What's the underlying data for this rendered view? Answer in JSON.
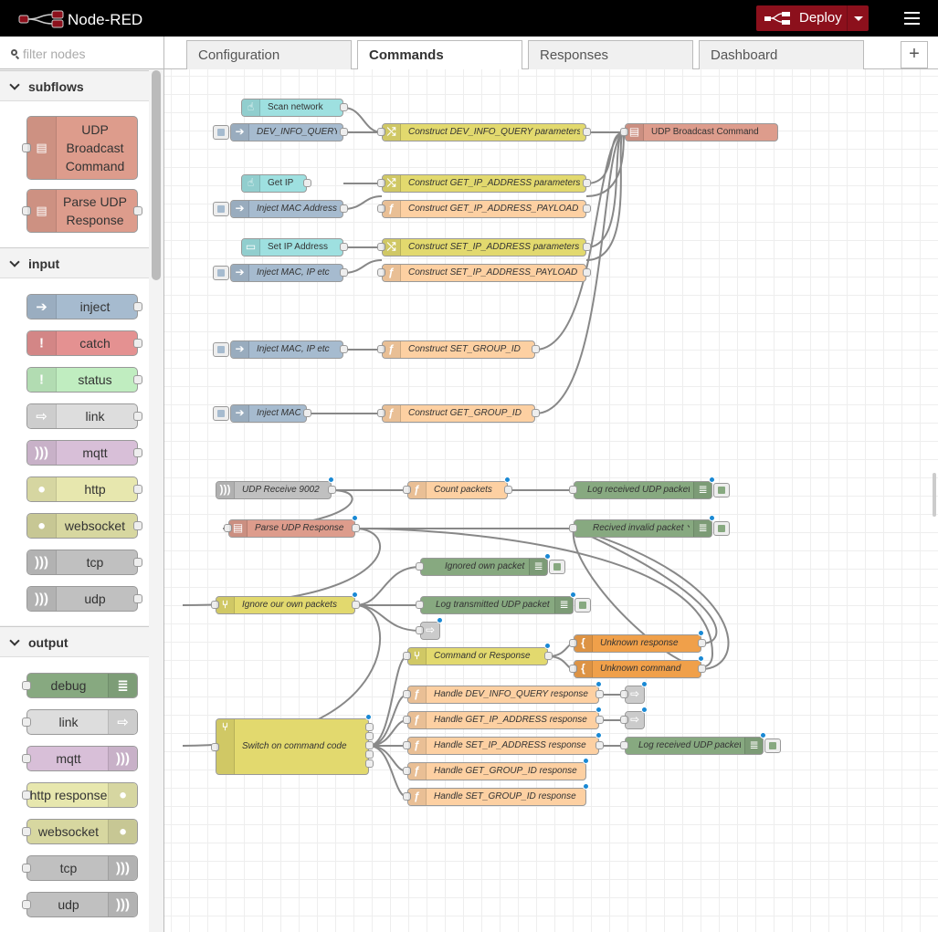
{
  "app": {
    "title": "Node-RED",
    "deploy_label": "Deploy"
  },
  "palette": {
    "filter_placeholder": "filter nodes",
    "categories": [
      {
        "name": "subflows",
        "nodes": [
          "UDP Broadcast Command",
          "Parse UDP Response"
        ]
      },
      {
        "name": "input",
        "nodes": [
          "inject",
          "catch",
          "status",
          "link",
          "mqtt",
          "http",
          "websocket",
          "tcp",
          "udp"
        ]
      },
      {
        "name": "output",
        "nodes": [
          "debug",
          "link",
          "mqtt",
          "http response",
          "websocket",
          "tcp",
          "udp"
        ]
      }
    ],
    "subflow_labels": {
      "udp_broadcast": "UDP\nBroadcast\nCommand",
      "parse_udp": "Parse UDP\nResponse"
    }
  },
  "tabs": [
    "Configuration",
    "Commands",
    "Responses",
    "Dashboard"
  ],
  "active_tab": "Commands",
  "colors": {
    "header": "#000000",
    "deploy": "#8c101c",
    "inject": "#a6bbcf",
    "function": "#fdd0a2",
    "change": "#e2d96e",
    "switch": "#e2d96e",
    "debug": "#87a980",
    "subflow": "#dd9c8c",
    "catch": "#e49191",
    "status": "#c0edc0",
    "mqtt": "#d8bfd8",
    "link": "#dddddd",
    "template": "#f0a04a",
    "http": "#e7e7ae",
    "tcp": "#c0c0c0",
    "ui": "#9ee0e0",
    "port_dot": "#1a89d4"
  },
  "flow": {
    "nodes": {
      "scan_network": "Scan network",
      "dev_info_query": "DEV_INFO_QUERY ⬆",
      "construct_dev_info": "Construct DEV_INFO_QUERY parameters",
      "udp_broadcast": "UDP Broadcast Command",
      "get_ip": "Get IP",
      "construct_get_ip_params": "Construct GET_IP_ADDRESS parameters",
      "inject_mac_address": "Inject MAC Address",
      "construct_get_ip_payload": "Construct GET_IP_ADDRESS_PAYLOAD",
      "set_ip_address": "Set IP Address",
      "construct_set_ip_params": "Construct SET_IP_ADDRESS parameters",
      "inject_mac_ip": "Inject MAC, IP etc",
      "construct_set_ip_payload": "Construct SET_IP_ADDRESS_PAYLOAD",
      "inject_mac_ip_2": "Inject MAC, IP etc",
      "construct_set_group": "Construct SET_GROUP_ID",
      "inject_mac": "Inject MAC",
      "construct_get_group": "Construct GET_GROUP_ID",
      "udp_receive": "UDP Receive 9002",
      "count_packets": "Count packets",
      "log_received_1": "Log received UDP packet",
      "parse_udp_response": "Parse UDP Response",
      "invalid_packet": "Recived invalid packet ↘",
      "ignored_own": "Ignored own packet",
      "ignore_own_packets": "Ignore our own packets",
      "log_transmitted": "Log transmitted UDP packet",
      "command_or_response": "Command or Response",
      "unknown_response": "Unknown response",
      "unknown_command": "Unknown command",
      "switch_cmd_code": "Switch on command code",
      "handle_dev_info": "Handle DEV_INFO_QUERY response",
      "handle_get_ip": "Handle GET_IP_ADDRESS response",
      "handle_set_ip": "Handle SET_IP_ADDRESS response",
      "log_received_2": "Log received UDP packet",
      "handle_get_group": "Handle GET_GROUP_ID response",
      "handle_set_group": "Handle SET_GROUP_ID response"
    }
  }
}
